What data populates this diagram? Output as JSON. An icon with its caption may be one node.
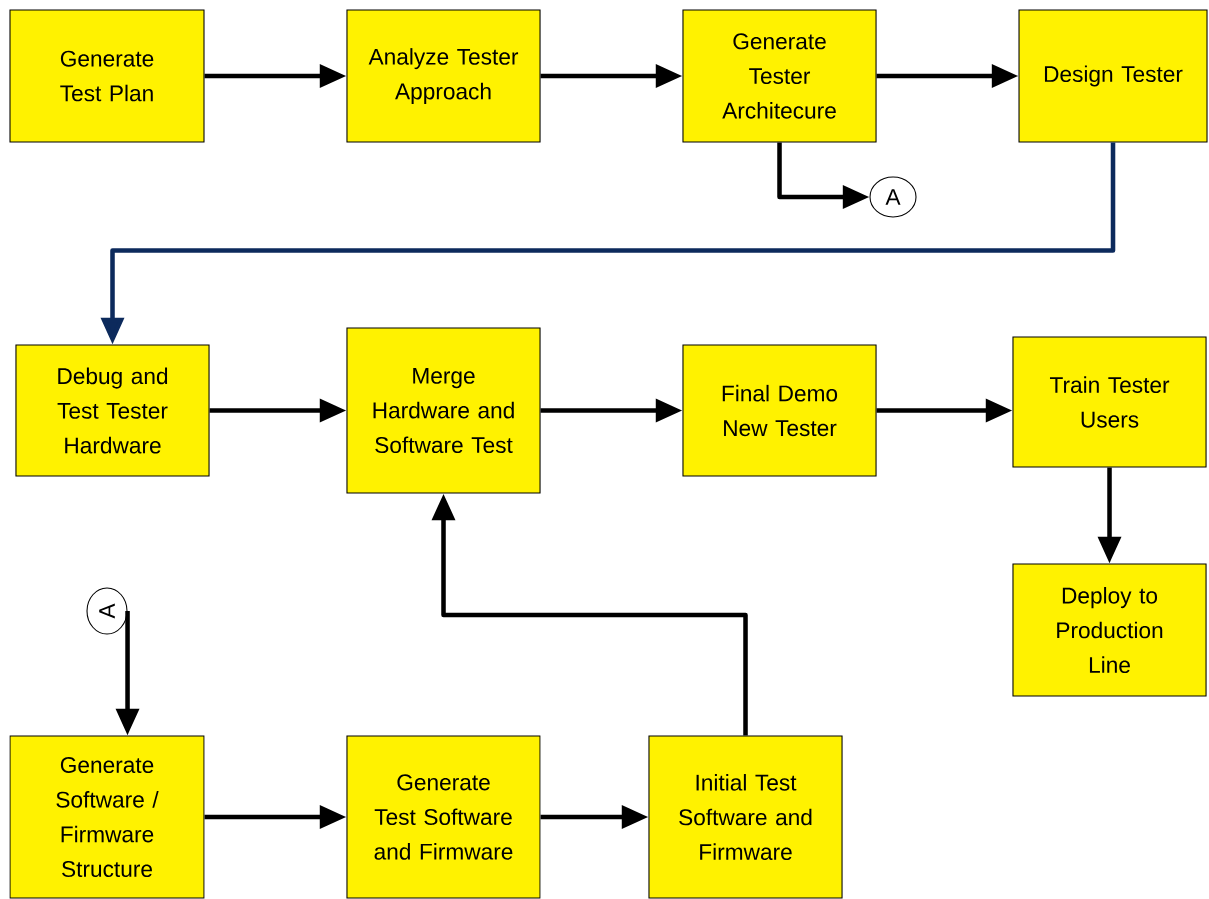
{
  "diagram": {
    "nodes": [
      {
        "text": [
          "Generate Test Plan"
        ]
      },
      {
        "text": [
          "Analyze Tester Approach"
        ]
      },
      {
        "text": [
          "Generate Tester Architecure"
        ]
      },
      {
        "text": [
          "Design Tester"
        ]
      },
      {
        "text": [
          "A"
        ]
      },
      {
        "text": [
          "Debug and Test Tester Hardware"
        ]
      },
      {
        "text": [
          "Merge Hardware and Software Test"
        ]
      },
      {
        "text": [
          "Final Demo New Tester"
        ]
      },
      {
        "text": [
          "Train Tester Users"
        ]
      },
      {
        "text": [
          "Deploy to Production Line"
        ]
      },
      {
        "text": [
          "A"
        ]
      },
      {
        "text": [
          "Generate Software / Firmware Structure"
        ]
      },
      {
        "text": [
          "Generate Test Software and Firmware"
        ]
      },
      {
        "text": [
          "Initial Test Software and Firmware"
        ]
      }
    ],
    "edges": [
      {
        "from": 0,
        "to": 1,
        "arrow": "to"
      },
      {
        "from": 1,
        "to": 2,
        "arrow": "to"
      },
      {
        "from": 2,
        "to": 3,
        "arrow": "to"
      },
      {
        "from": 2,
        "to": 4,
        "arrow": "to"
      },
      {
        "from": 3,
        "to": 5,
        "arrow": "to",
        "color": "#0c2a5c"
      },
      {
        "from": 5,
        "to": 6,
        "arrow": "to"
      },
      {
        "from": 6,
        "to": 7,
        "arrow": "to"
      },
      {
        "from": 7,
        "to": 8,
        "arrow": "to"
      },
      {
        "from": 8,
        "to": 9,
        "arrow": "to"
      },
      {
        "from": 10,
        "to": 11,
        "arrow": "to"
      },
      {
        "from": 11,
        "to": 12,
        "arrow": "to"
      },
      {
        "from": 12,
        "to": 13,
        "arrow": "to"
      },
      {
        "from": 13,
        "to": 6,
        "arrow": "to"
      }
    ]
  }
}
